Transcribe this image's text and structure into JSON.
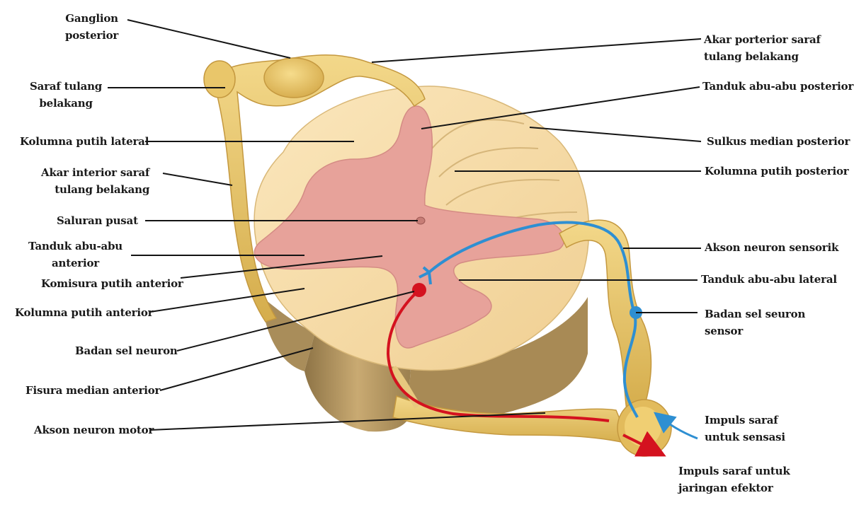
{
  "colors": {
    "white_matter": "#f6dba6",
    "grey_matter": "#e8a09a",
    "nerve": "#e8c66a",
    "shadow": "#b99a62",
    "motor_neuron": "#d4121f",
    "sensory_neuron": "#2e8fd2",
    "leader_line": "#141414"
  },
  "labels": {
    "ganglion_posterior": "Ganglion\nposterior",
    "saraf_tulang_belakang": "Saraf tulang\nbelakang",
    "kolumna_putih_lateral": "Kolumna putih lateral",
    "akar_interior": "Akar interior saraf\ntulang belakang",
    "saluran_pusat": "Saluran pusat",
    "tanduk_abu_anterior": "Tanduk abu-abu\nanterior",
    "komisura_putih_anterior": "Komisura putih anterior",
    "kolumna_putih_anterior": "Kolumna putih anterior",
    "badan_sel_neuron": "Badan sel neuron",
    "fisura_median_anterior": "Fisura median anterior",
    "akson_neuron_motor": "Akson neuron motor",
    "akar_porterior": "Akar porterior saraf\ntulang belakang",
    "tanduk_abu_posterior": "Tanduk abu-abu posterior",
    "sulkus_median_posterior": "Sulkus median posterior",
    "kolumna_putih_posterior": "Kolumna putih posterior",
    "akson_neuron_sensorik": "Akson neuron sensorik",
    "tanduk_abu_lateral": "Tanduk abu-abu lateral",
    "badan_sel_seuron_sensor": "Badan sel seuron\nsensor",
    "impuls_sensasi": "Impuls saraf\nuntuk sensasi",
    "impuls_efektor": "Impuls saraf untuk\njaringan efektor"
  }
}
